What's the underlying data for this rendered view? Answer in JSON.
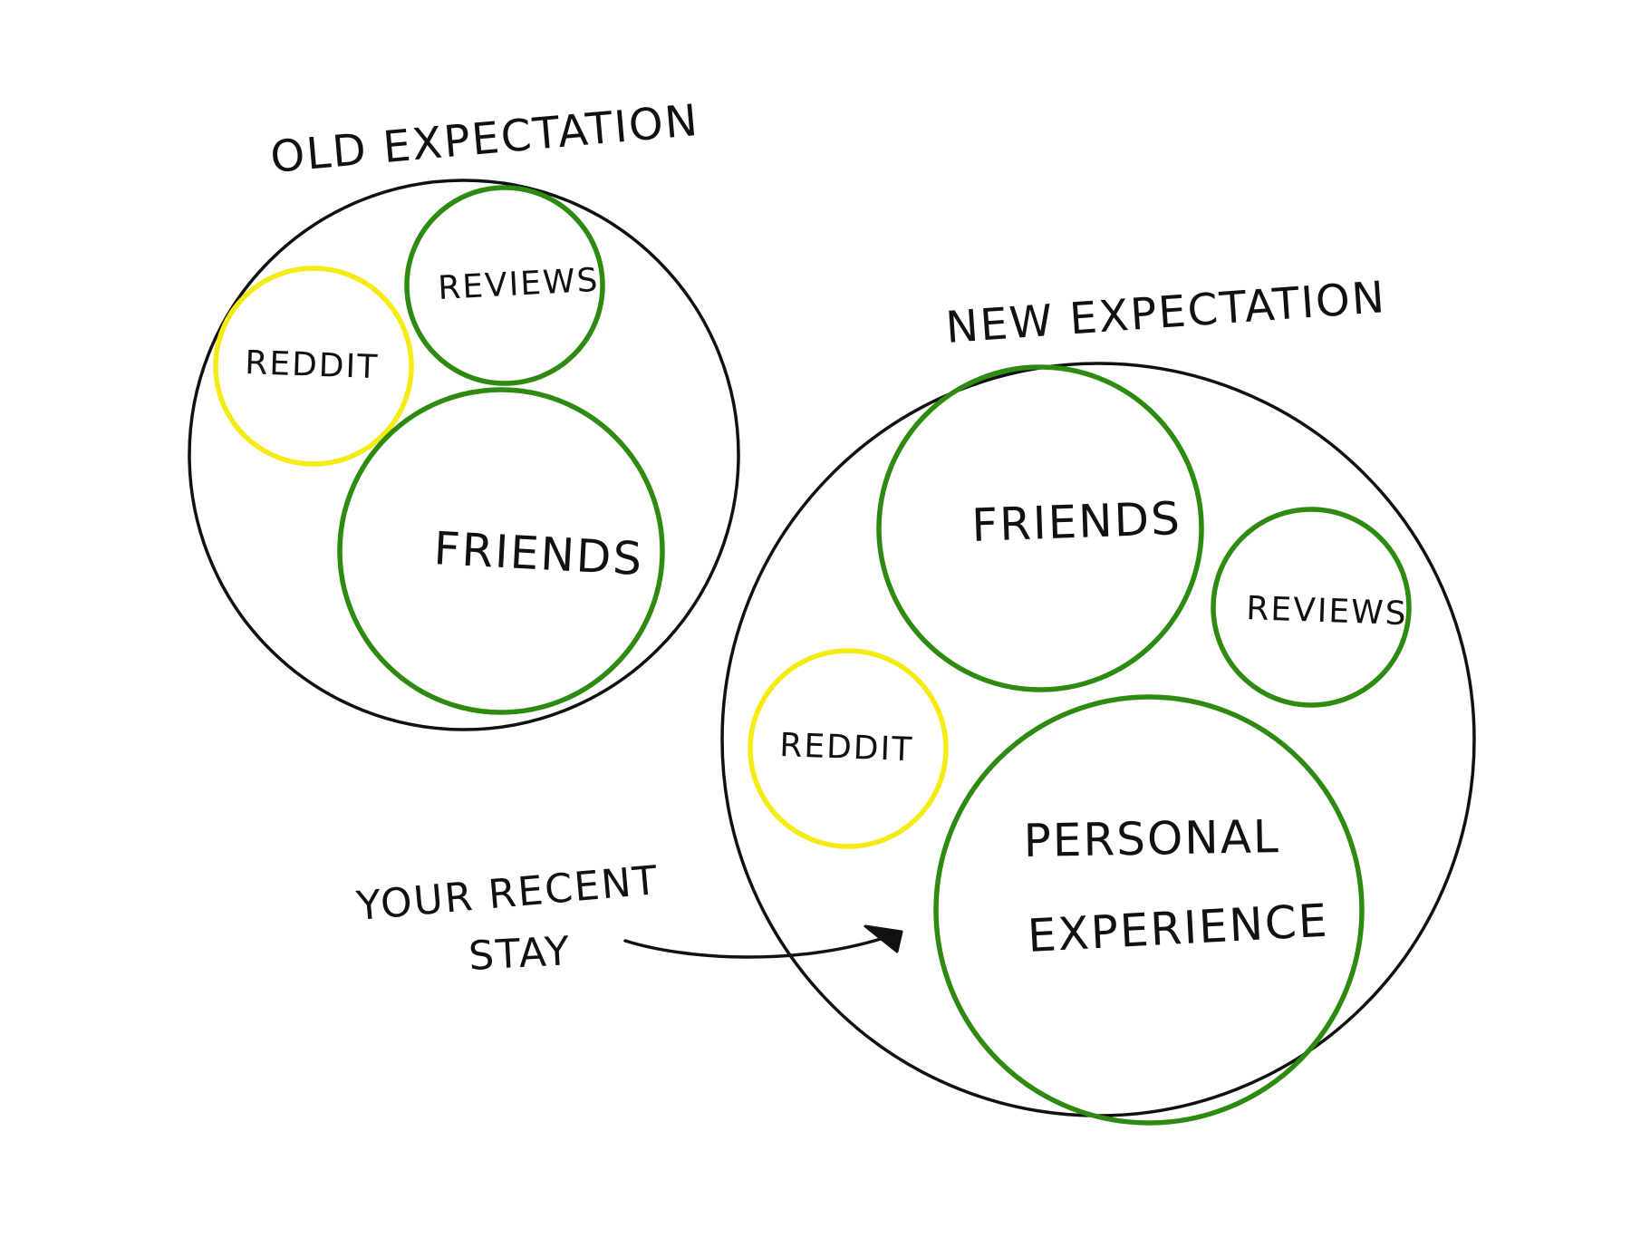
{
  "colors": {
    "outline": "#111111",
    "green": "#2e8b12",
    "yellow": "#f5ea12"
  },
  "old_expectation": {
    "title": "OLD EXPECTATION",
    "reviews": "REVIEWS",
    "reddit": "REDDIT",
    "friends": "FRIENDS"
  },
  "new_expectation": {
    "title": "NEW EXPECTATION",
    "friends": "FRIENDS",
    "reviews": "REVIEWS",
    "reddit": "REDDIT",
    "personal_line1": "PERSONAL",
    "personal_line2": "EXPERIENCE"
  },
  "annotation": {
    "line1": "YOUR RECENT",
    "line2": "STAY"
  }
}
